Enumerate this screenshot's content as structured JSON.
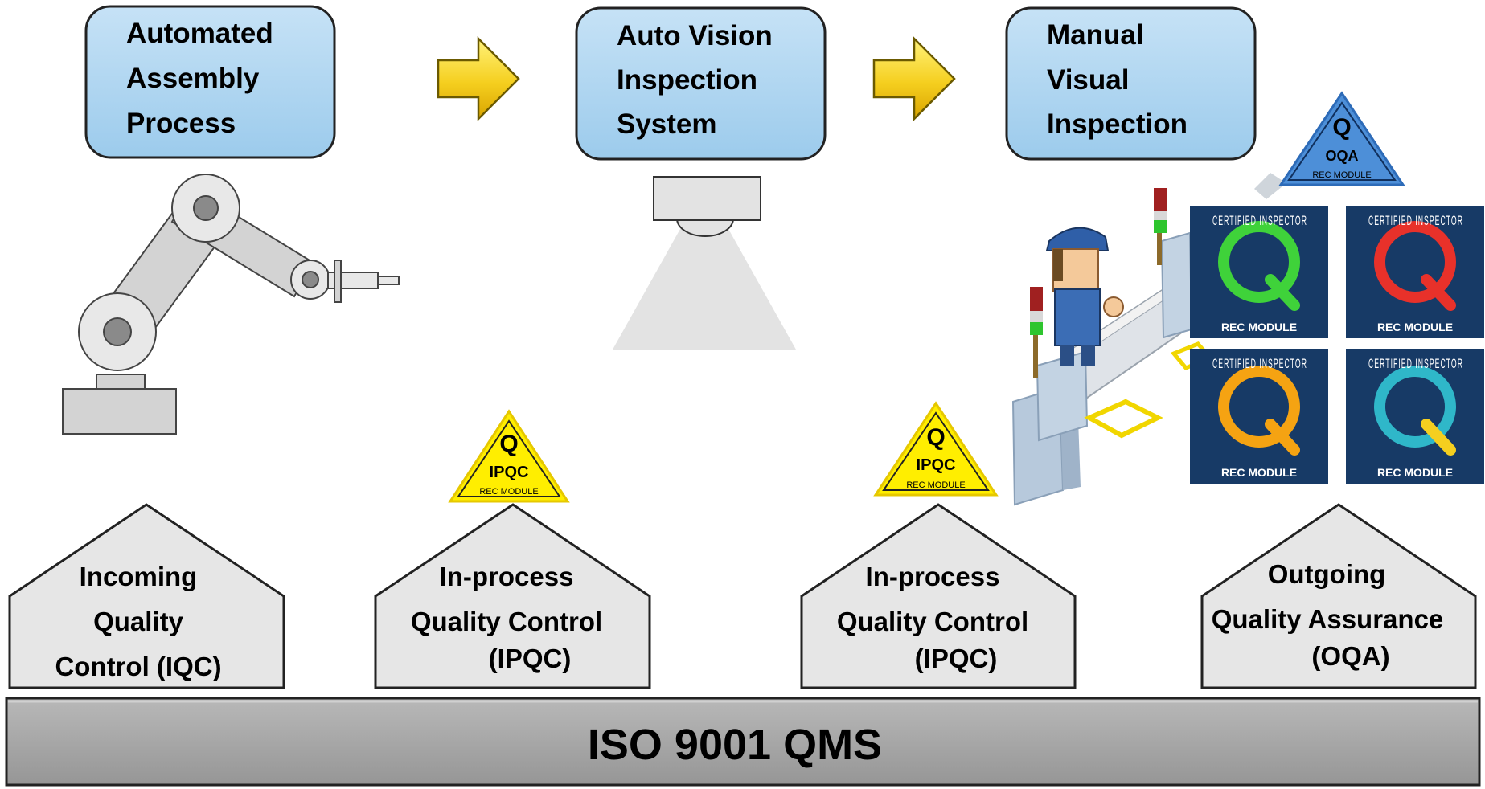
{
  "process_steps": [
    {
      "lines": [
        "Automated",
        "Assembly",
        "Process"
      ]
    },
    {
      "lines": [
        "Auto Vision",
        "Inspection",
        "System"
      ]
    },
    {
      "lines": [
        "Manual",
        "Visual",
        "Inspection"
      ]
    }
  ],
  "quality_stages": [
    {
      "lines": [
        "Incoming",
        "Quality",
        "Control (IQC)"
      ]
    },
    {
      "lines": [
        "In-process",
        "Quality Control",
        "(IPQC)"
      ]
    },
    {
      "lines": [
        "In-process",
        "Quality Control",
        "(IPQC)"
      ]
    },
    {
      "lines": [
        "Outgoing",
        "Quality Assurance",
        "(OQA)"
      ]
    }
  ],
  "badges": [
    {
      "letter": "Q",
      "title": "IPQC",
      "sub": "REC MODULE"
    },
    {
      "letter": "Q",
      "title": "IPQC",
      "sub": "REC MODULE"
    },
    {
      "letter": "Q",
      "title": "OQA",
      "sub": "REC MODULE"
    }
  ],
  "certificates": {
    "ring_text": "CERTIFIED INSPECTOR",
    "letter": "Q",
    "label": "REC MODULE",
    "colors": [
      "#3fd23a",
      "#e8312a",
      "#f5a312",
      "#2fb7c9"
    ]
  },
  "foundation": {
    "label": "ISO 9001 QMS"
  },
  "colors": {
    "step_box": "#aed3ef",
    "house": "#e6e6e6",
    "foundation": "#a3a3a3",
    "arrow": "#f5cf1f",
    "badge_yellow": "#ffee00",
    "badge_blue": "#4d8fd8",
    "cert_bg": "#173a66"
  }
}
